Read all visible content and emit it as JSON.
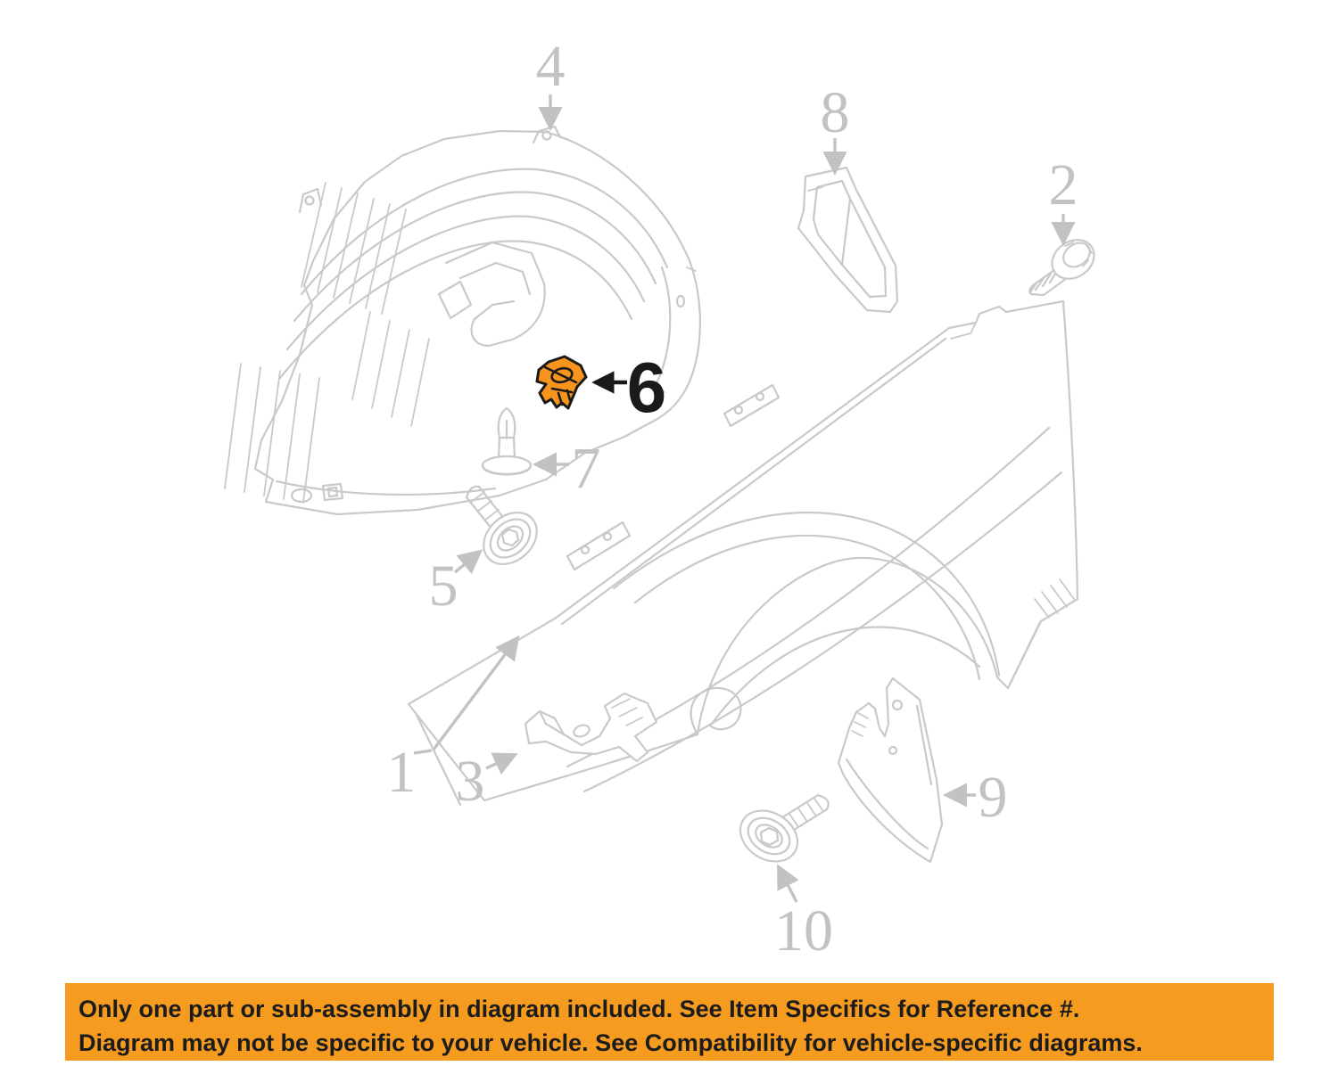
{
  "diagram": {
    "line_color": "#c9c9c9",
    "callout_color": "#c2c2c2",
    "highlight_color": "#F7941D",
    "highlight_outline": "#1a1a1a",
    "parts": [
      {
        "ref": "1"
      },
      {
        "ref": "2"
      },
      {
        "ref": "3"
      },
      {
        "ref": "4"
      },
      {
        "ref": "5"
      },
      {
        "ref": "6",
        "highlighted": true
      },
      {
        "ref": "7"
      },
      {
        "ref": "8"
      },
      {
        "ref": "9"
      },
      {
        "ref": "10"
      }
    ]
  },
  "banner": {
    "background_color": "#F59B1F",
    "text_color": "#1c1c1c",
    "line1": "Only one part or sub-assembly in diagram included. See Item Specifics for Reference #.",
    "line2": "Diagram may not be specific to your vehicle. See Compatibility for vehicle-specific diagrams."
  }
}
